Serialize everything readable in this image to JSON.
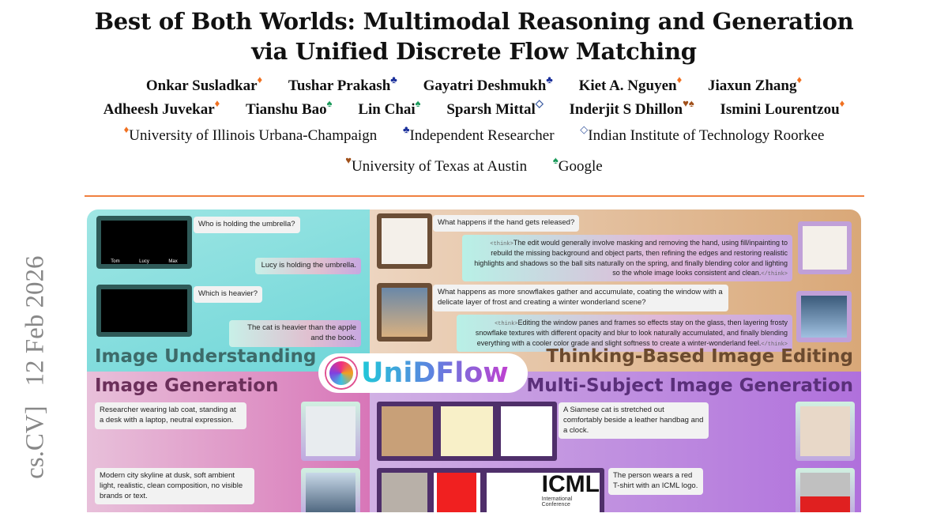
{
  "title": {
    "line1": "Best of Both Worlds: Multimodal Reasoning and Generation",
    "line2": "via Unified Discrete Flow Matching"
  },
  "authors": [
    {
      "name": "Onkar Susladkar",
      "marks": "♦"
    },
    {
      "name": "Tushar Prakash",
      "marks": "♣"
    },
    {
      "name": "Gayatri Deshmukh",
      "marks": "♣"
    },
    {
      "name": "Kiet A. Nguyen",
      "marks": "♦"
    },
    {
      "name": "Jiaxun Zhang",
      "marks": "♦"
    },
    {
      "name": "Adheesh Juvekar",
      "marks": "♦"
    },
    {
      "name": "Tianshu Bao",
      "marks": "♠"
    },
    {
      "name": "Lin Chai",
      "marks": "♠"
    },
    {
      "name": "Sparsh Mittal",
      "marks": "◇"
    },
    {
      "name": "Inderjit S Dhillon",
      "marks": "♥♠"
    },
    {
      "name": "Ismini Lourentzou",
      "marks": "♦"
    }
  ],
  "affiliations": [
    {
      "mark": "♦",
      "name": "University of Illinois Urbana-Champaign"
    },
    {
      "mark": "♣",
      "name": "Independent Researcher"
    },
    {
      "mark": "◇",
      "name": "Indian Institute of Technology Roorkee"
    },
    {
      "mark": "♥",
      "name": "University of Texas at Austin"
    },
    {
      "mark": "♠",
      "name": "Google"
    }
  ],
  "arxiv_side": "cs.CV]   12 Feb 2026",
  "figure": {
    "logo": "UniDFlow",
    "understanding": {
      "title": "Image Understanding",
      "q1": "Who is holding the umbrella?",
      "a1": "Lucy is holding the umbrella.",
      "q2": "Which is heavier?",
      "a2": "The cat is heavier than the apple and the book.",
      "img1_labels": [
        "Tom",
        "Lucy",
        "Max"
      ]
    },
    "editing": {
      "title": "Thinking-Based Image Editing",
      "think_open": "<think>",
      "think_close": "</think>",
      "q1": "What happens if the hand gets released?",
      "a1": "The edit would generally involve masking and removing the hand, using fill/inpainting to rebuild the missing background and object parts, then refining the edges and restoring realistic highlights and shadows so the ball sits naturally on the spring, and finally blending color and lighting so the whole image looks consistent and clean.",
      "q2": "What happens as more snowflakes gather and accumulate, coating the window with a delicate layer of frost and creating a winter wonderland scene?",
      "a2": "Editing the window panes and frames so effects stay on the glass, then layering frosty snowflake textures with different opacity and blur to look naturally accumulated, and finally blending everything with a cooler color grade and slight softness to create a winter-wonderland feel."
    },
    "generation": {
      "title": "Image Generation",
      "p1": "Researcher wearing lab coat, standing at a desk with a laptop, neutral expression.",
      "p2": "Modern city skyline at dusk, soft ambient light, realistic, clean composition, no visible brands or text."
    },
    "multi": {
      "title": "Multi-Subject Image Generation",
      "p1": "A Siamese cat is stretched out comfortably beside a leather handbag and a clock.",
      "p2": "The person wears a red T-shirt with an ICML logo.",
      "icml": "ICML",
      "icml_sub": "International Conference"
    }
  }
}
